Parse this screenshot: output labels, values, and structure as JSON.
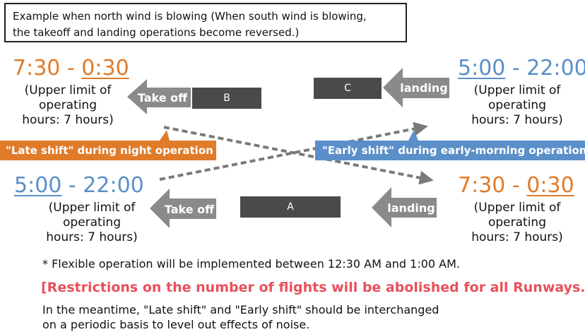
{
  "note": {
    "line1": "Example when north wind is blowing (When south wind is blowing,",
    "line2": "the takeoff and landing operations become reversed.)"
  },
  "top_left": {
    "time_start": "7:30",
    "time_sep": " - ",
    "time_end": "0:30",
    "limit_line1": "(Upper limit of",
    "limit_line2": "operating",
    "limit_line3": "hours: 7 hours)",
    "action": "Take off",
    "runway": "B"
  },
  "top_right": {
    "time_start": "5:00",
    "time_sep": " - ",
    "time_end": "22:00",
    "limit_line1": "(Upper limit of",
    "limit_line2": "operating",
    "limit_line3": "hours: 7 hours)",
    "action": "landing",
    "runway": "C"
  },
  "bottom_left": {
    "time_start": "5:00",
    "time_sep": " - ",
    "time_end": "22:00",
    "limit_line1": "(Upper limit of",
    "limit_line2": "operating",
    "limit_line3": "hours: 7 hours)",
    "action": "Take off",
    "runway": "A"
  },
  "bottom_right": {
    "time_start": "7:30",
    "time_sep": " - ",
    "time_end": "0:30",
    "limit_line1": "(Upper limit of",
    "limit_line2": "operating",
    "limit_line3": "hours: 7 hours)",
    "action": "landing"
  },
  "bands": {
    "late": "\"Late shift\" during night operation",
    "early": "\"Early shift\" during early-morning operation"
  },
  "footer": {
    "flex_note": "* Flexible operation will be implemented between 12:30 AM and 1:00 AM.",
    "restriction": "[Restrictions on the number of flights will be abolished for all Runways.]",
    "meantime_line1": "In the meantime, \"Late shift\" and \"Early shift\" should be interchanged",
    "meantime_line2": "on a periodic basis to level out effects of noise."
  },
  "colors": {
    "orange": "#e07b2a",
    "blue": "#5b8fc9",
    "runway": "#4a4a4a",
    "arrow": "#8a8a8a",
    "red_text": "#e8505b"
  }
}
